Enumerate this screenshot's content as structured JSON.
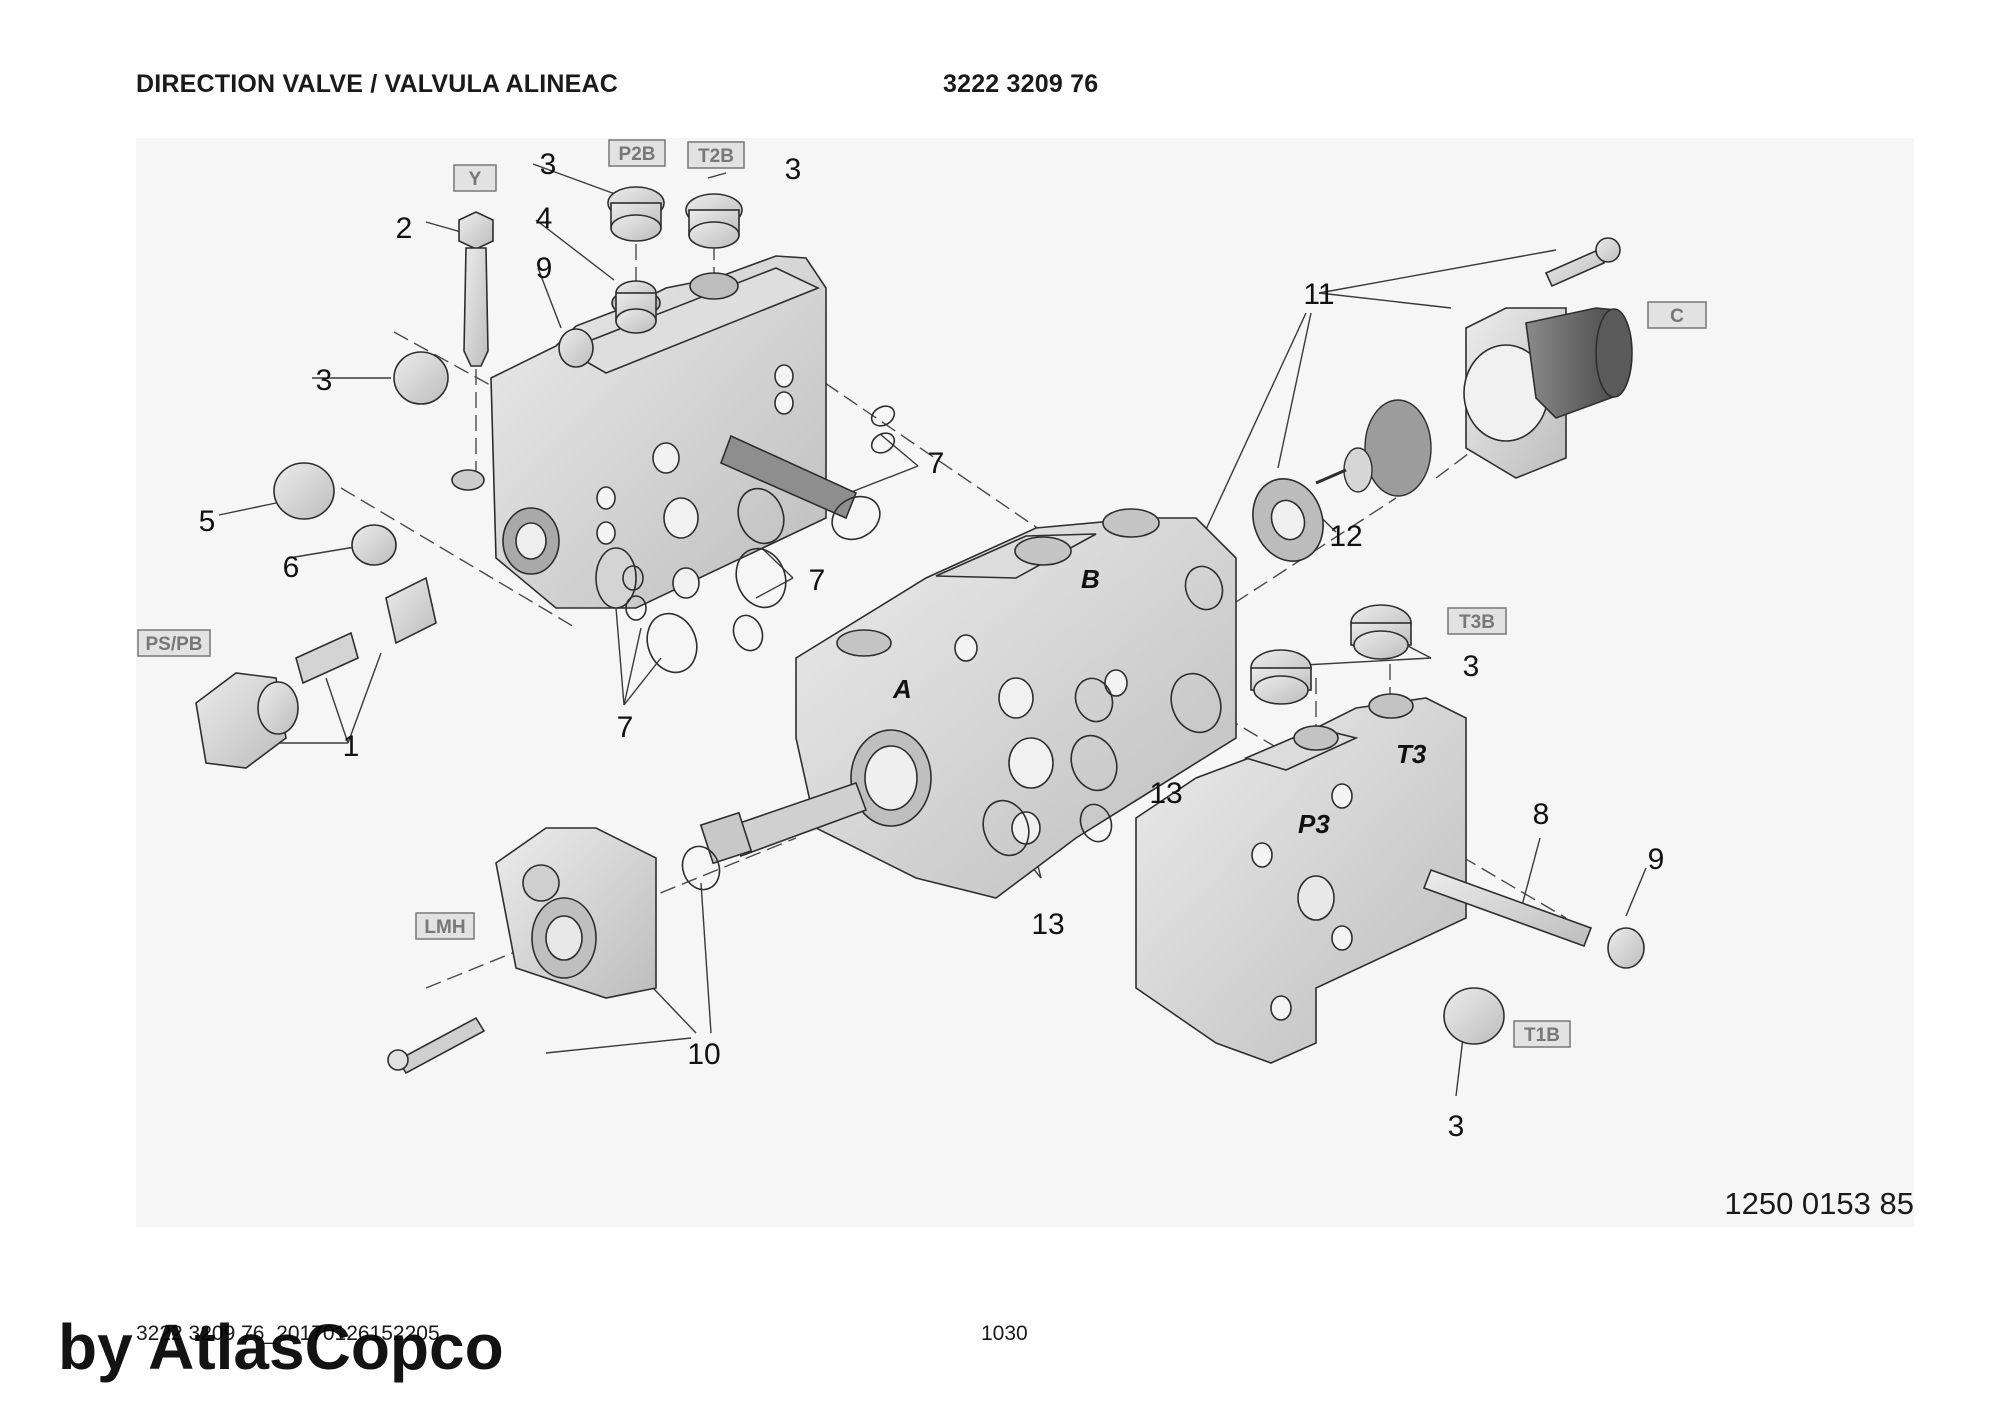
{
  "header": {
    "title": "DIRECTION VALVE / VALVULA ALINEAC",
    "part_number": "3222 3209 76"
  },
  "drawing": {
    "drawing_number": "1250 0153 85",
    "port_labels": [
      "Y",
      "P2B",
      "T2B",
      "C",
      "PS/PB",
      "T3B",
      "LMH",
      "T1B"
    ],
    "body_marks": [
      "A",
      "B",
      "P3",
      "T3"
    ],
    "callouts": [
      "1",
      "2",
      "3",
      "3",
      "3",
      "3",
      "3",
      "3",
      "4",
      "5",
      "6",
      "7",
      "7",
      "7",
      "7",
      "8",
      "9",
      "9",
      "10",
      "11",
      "12",
      "13",
      "13",
      "13"
    ]
  },
  "footer": {
    "reference": "3222 3209 76_20170126152205",
    "page": "1030"
  },
  "watermark": "by AtlasCopco"
}
